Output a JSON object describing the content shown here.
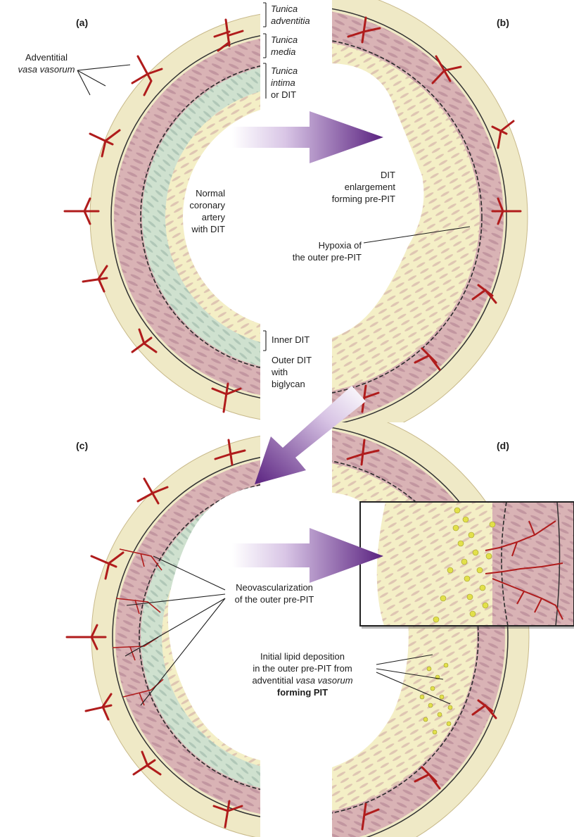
{
  "panels": {
    "a": "(a)",
    "b": "(b)",
    "c": "(c)",
    "d": "(d)"
  },
  "layers": {
    "adventitia_1": "Tunica",
    "adventitia_2": "adventitia",
    "media_1": "Tunica",
    "media_2": "media",
    "intima_1": "Tunica",
    "intima_2": "intima",
    "intima_3": "or DIT"
  },
  "vasa": {
    "line1": "Adventitial",
    "line2": "vasa vasorum"
  },
  "normal": {
    "line1": "Normal",
    "line2": "coronary",
    "line3": "artery",
    "line4": "with DIT"
  },
  "dit_enlargement": {
    "line1": "DIT",
    "line2": "enlargement",
    "line3": "forming pre-PIT"
  },
  "hypoxia": {
    "line1": "Hypoxia of",
    "line2": "the outer pre-PIT"
  },
  "dit_split": {
    "inner": "Inner DIT",
    "outer_1": "Outer DIT",
    "outer_2": "with",
    "outer_3": "biglycan"
  },
  "neovasc": {
    "line1": "Neovascularization",
    "line2": "of the outer pre-PIT"
  },
  "lipid": {
    "line1": "Initial lipid deposition",
    "line2": "in the outer pre-PIT from",
    "line3a": "adventitial ",
    "line3b": "vasa vasorum",
    "line4": "forming PIT"
  },
  "colors": {
    "adventitia": "#efe9c6",
    "media": "#d9b6b7",
    "intima": "#cfe3cf",
    "intima_pale": "#f3f0c8",
    "lumen": "#ffffff",
    "vessel": "#b01c1c",
    "arrow": "#6b2d8c",
    "lipid": "#e2e04a"
  }
}
